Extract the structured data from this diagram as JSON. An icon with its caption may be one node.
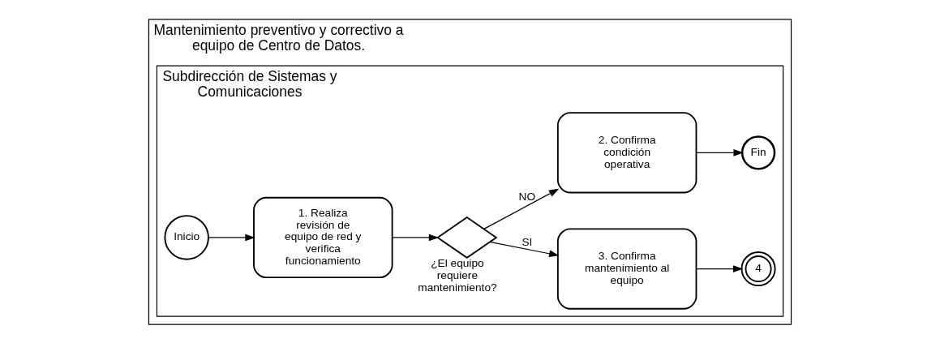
{
  "diagram": {
    "nodes": [
      {
        "text": [
          "Mantenimiento preventivo y correctivo a equipo de Centro de Datos."
        ]
      },
      {
        "text": [
          "Subdirección de Sistemas y Comunicaciones"
        ],
        "in": 0
      },
      {
        "text": [
          "Inicio"
        ],
        "in": 1
      },
      {
        "text": [
          "1. Realiza revisión de equipo de red y verifica funcionamiento"
        ],
        "in": 1
      },
      {
        "text": [
          "¿El equipo requiere mantenimiento?"
        ],
        "in": 1
      },
      {
        "text": [
          "3. Confirma mantenimiento al equipo"
        ],
        "in": 1
      },
      {
        "text": [
          "4"
        ],
        "in": 1
      },
      {
        "text": [
          "2. Confirma condición operativa"
        ],
        "in": 1
      },
      {
        "text": [
          "Fin"
        ],
        "in": 1
      }
    ],
    "edges": [
      {
        "from": 2,
        "to": 3,
        "arrow": "to"
      },
      {
        "from": 3,
        "to": 4,
        "arrow": "to"
      },
      {
        "from": 4,
        "to": 5,
        "arrow": "to",
        "label": "SI"
      },
      {
        "from": 5,
        "to": 6,
        "arrow": "to"
      },
      {
        "from": 4,
        "to": 7,
        "arrow": "to",
        "label": "NO"
      },
      {
        "from": 7,
        "to": 8,
        "arrow": "to"
      }
    ]
  }
}
